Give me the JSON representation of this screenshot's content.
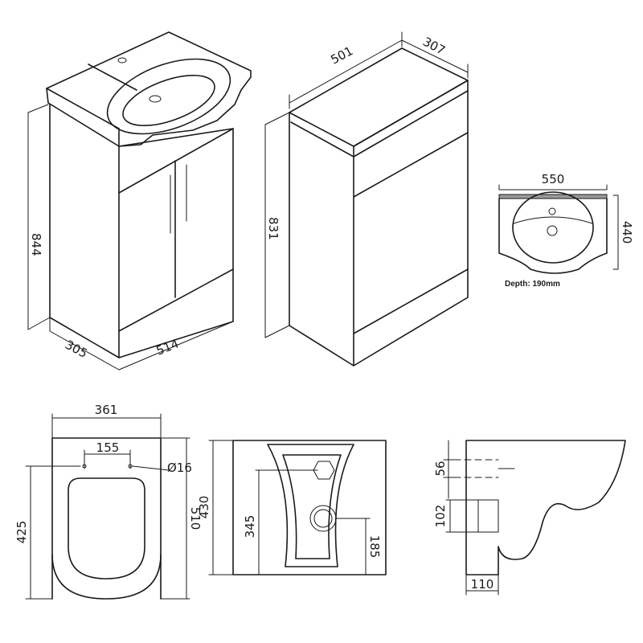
{
  "vanity_unit": {
    "height": "844",
    "depth": "305",
    "width": "514"
  },
  "wc_unit": {
    "width": "501",
    "depth": "307",
    "height": "831"
  },
  "basin": {
    "width": "550",
    "length": "440",
    "depth_note": "Depth: 190mm"
  },
  "toilet_top": {
    "width": "361",
    "hole_spacing": "155",
    "hole_diameter": "Ø16",
    "hole_to_front": "425",
    "length": "510"
  },
  "toilet_front": {
    "height": "430",
    "upper_outlet": "345",
    "lower_outlet": "185"
  },
  "toilet_side": {
    "upper_pipe": "56",
    "lower_pipe": "102",
    "outlet_offset": "110"
  }
}
